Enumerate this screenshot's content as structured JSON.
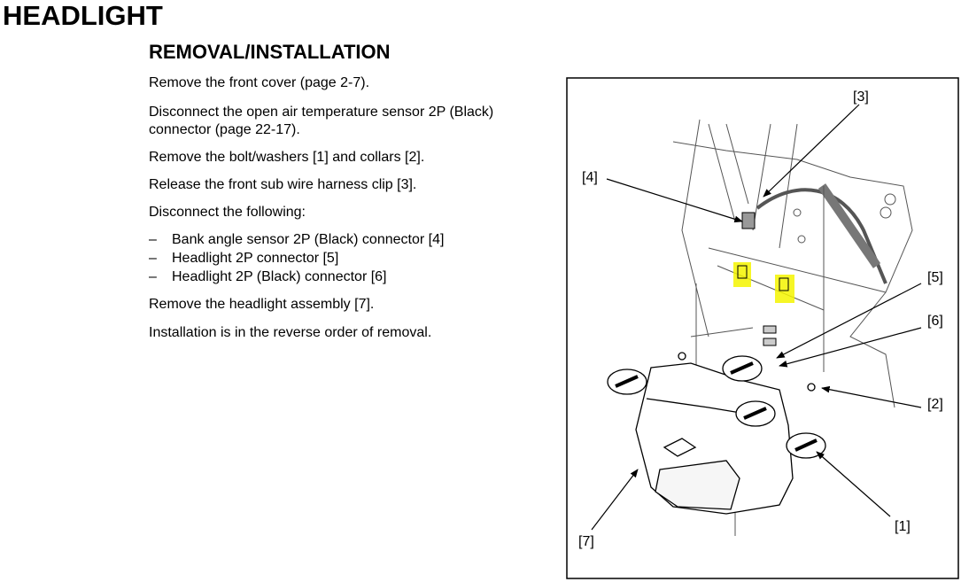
{
  "title": "HEADLIGHT",
  "section": "REMOVAL/INSTALLATION",
  "steps": {
    "s1": "Remove the front cover (page 2-7).",
    "s2a": "Disconnect the open air temperature sensor 2P (Black)",
    "s2b": "connector (page 22-17).",
    "s3": "Remove the bolt/washers [1] and collars [2].",
    "s4": "Release the front sub wire harness clip [3].",
    "s5": "Disconnect the following:",
    "dash": "–",
    "b1": "Bank angle sensor 2P (Black) connector [4]",
    "b2": "Headlight 2P connector [5]",
    "b3": "Headlight 2P (Black) connector [6]",
    "s6": "Remove the headlight assembly [7].",
    "s7": "Installation is in the reverse order of removal."
  },
  "figure": {
    "callouts": {
      "c1": "[1]",
      "c2": "[2]",
      "c3": "[3]",
      "c4": "[4]",
      "c5": "[5]",
      "c6": "[6]",
      "c7": "[7]"
    },
    "highlight_color": "#f5f500"
  }
}
